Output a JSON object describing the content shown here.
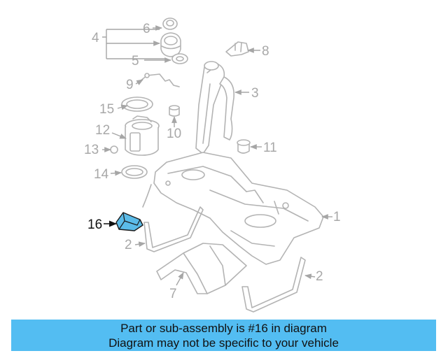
{
  "diagram": {
    "callouts": [
      "1",
      "2",
      "2",
      "3",
      "4",
      "5",
      "6",
      "7",
      "8",
      "9",
      "10",
      "11",
      "12",
      "13",
      "14",
      "15",
      "16"
    ],
    "highlight_color": "#5bbbe8",
    "line_color": "#b3b3b3"
  },
  "banner": {
    "line1": "Part or sub-assembly is #16 in diagram",
    "line2": "Diagram may not be specific to your vehicle",
    "background": "#53bdf2"
  }
}
